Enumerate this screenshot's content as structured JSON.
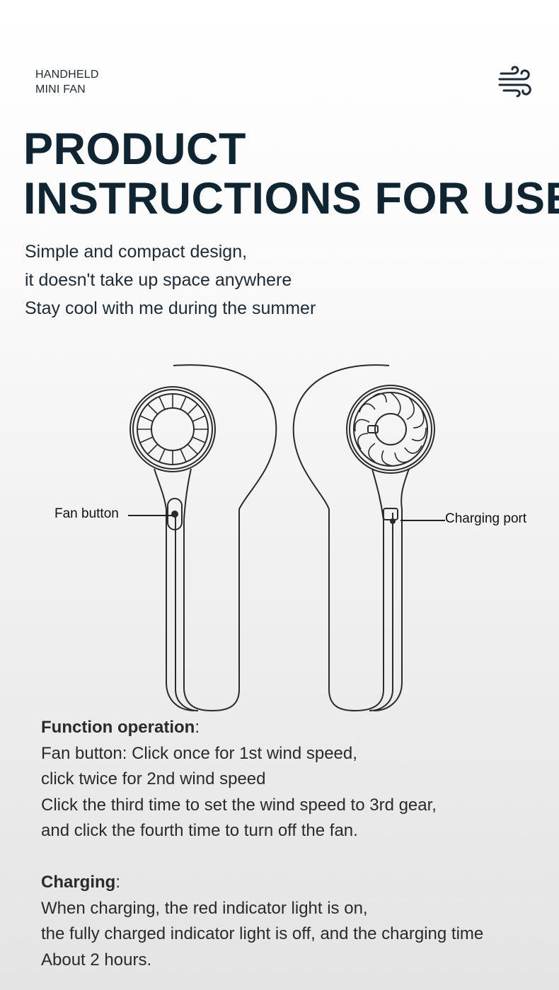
{
  "brand": {
    "line1": "HANDHELD",
    "line2": "MINI FAN",
    "icon": "wind-icon"
  },
  "title": {
    "line1": "PRODUCT",
    "line2": "INSTRUCTIONS FOR USE"
  },
  "tagline": [
    "Simple and compact design,",
    "it doesn't take up space anywhere",
    "Stay cool with me during the summer"
  ],
  "callouts": {
    "fan_button": "Fan button",
    "charging_port": "Charging port"
  },
  "function_operation": {
    "heading": "Function operation",
    "colon": ":",
    "lines": [
      "Fan button: Click once for 1st wind speed,",
      "click twice for 2nd wind speed",
      "Click the third time to set the wind speed to 3rd gear,",
      "and click the fourth time to turn off the fan."
    ]
  },
  "charging": {
    "heading": "Charging",
    "colon": ":",
    "lines": [
      "When charging, the red indicator light is on,",
      "the fully charged indicator light is off, and the charging time",
      "About 2 hours."
    ]
  },
  "colors": {
    "title": "#0f2532",
    "text": "#1c2b36",
    "body": "#2a2a2a"
  }
}
